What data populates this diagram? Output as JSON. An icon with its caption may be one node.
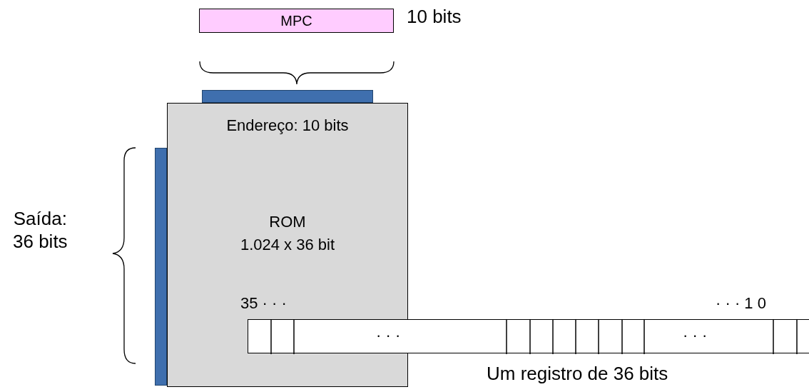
{
  "diagram": {
    "nodes": [
      {
        "text": [
          "MPC"
        ],
        "beside": [
          "10 bits"
        ]
      },
      {
        "text": [],
        "shape": "bar"
      },
      {
        "text": [],
        "shape": "bar"
      },
      {
        "text": [
          "Endereço: 10 bits",
          "ROM 1.024 x 36 bit"
        ]
      },
      {
        "text": [],
        "shape": "bar"
      }
    ],
    "edges": [],
    "labels": [
      "Saída: 36 bits",
      "35 · · ·",
      "· · · 1 0",
      "· · ·",
      "· · ·",
      "Um registro de 36 bits"
    ]
  }
}
